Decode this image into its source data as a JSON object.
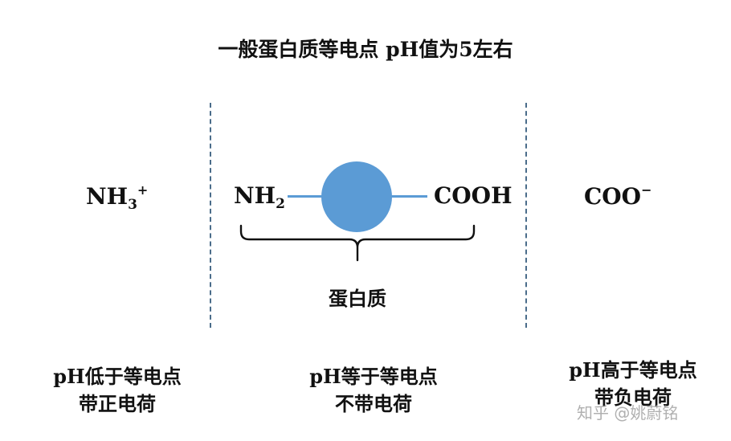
{
  "title": "一般蛋白质等电点 pH值为5左右",
  "left_formula": {
    "main": "NH",
    "sub": "3",
    "sup": "+"
  },
  "protein": {
    "amino_main": "NH",
    "amino_sub": "2",
    "carboxyl": "COOH",
    "label": "蛋白质",
    "sphere_color": "#5b9bd5"
  },
  "right_formula": {
    "main": "COO",
    "sup": "−"
  },
  "conditions": [
    {
      "line1": "pH低于等电点",
      "line2": "带正电荷"
    },
    {
      "line1": "pH等于等电点",
      "line2": "不带电荷"
    },
    {
      "line1": "pH高于等电点",
      "line2": "带负电荷"
    }
  ],
  "watermark": "知乎 @姚蔚铭",
  "divider_color": "#4a6c8a"
}
